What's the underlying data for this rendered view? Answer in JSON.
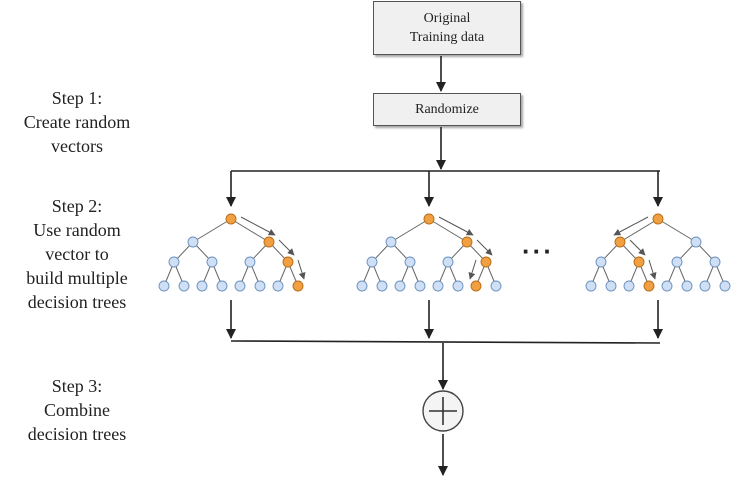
{
  "boxes": {
    "original_line1": "Original",
    "original_line2": "Training data",
    "randomize": "Randomize"
  },
  "steps": {
    "step1": [
      "Step 1:",
      "Create random",
      "vectors"
    ],
    "step2": [
      "Step 2:",
      "Use random",
      "vector to",
      "build multiple",
      "decision trees"
    ],
    "step3": [
      "Step 3:",
      "Combine",
      "decision trees"
    ]
  },
  "ellipsis": "···",
  "tree_paths": [
    [
      0,
      1,
      1,
      1
    ],
    [
      0,
      1,
      1,
      0
    ],
    [
      0,
      0,
      1,
      1
    ]
  ],
  "colors": {
    "line": "#222222",
    "edge": "#666666",
    "node_fill": "#cfe0f5",
    "node_stroke": "#6a8fc0",
    "path_fill": "#f0a042",
    "path_stroke": "#b86b12",
    "arrow_hint": "#555555"
  },
  "icons": {
    "combine": "circled-plus-icon"
  }
}
